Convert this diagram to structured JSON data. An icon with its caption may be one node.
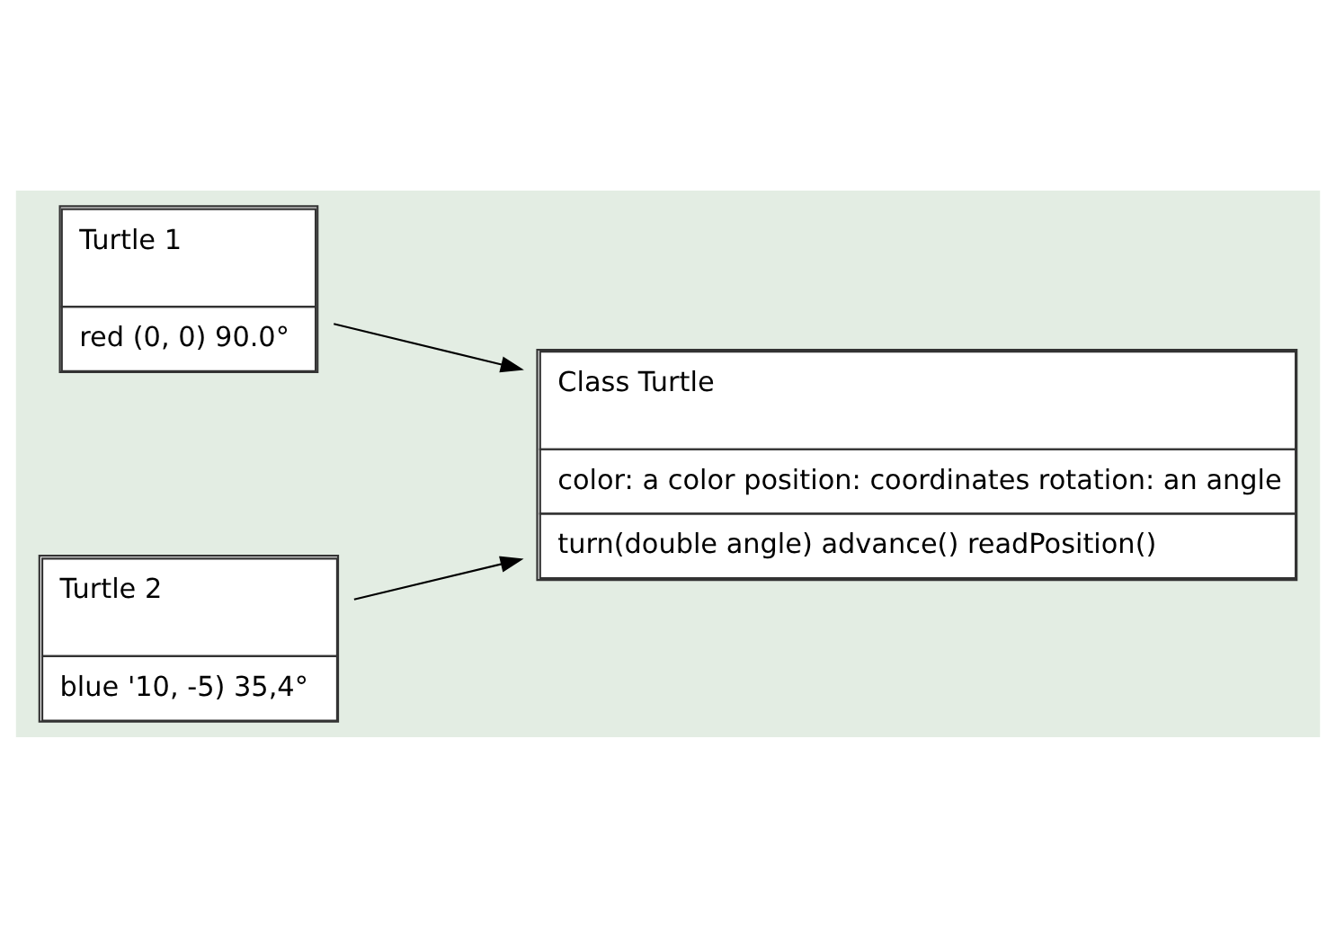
{
  "diagram": {
    "nodes": [
      {
        "text": [
          "Turtle 1",
          "red (0, 0) 90.0°"
        ]
      },
      {
        "text": [
          "Turtle 2",
          "blue '10, -5) 35,4°"
        ]
      },
      {
        "text": [
          "Class Turtle",
          "color: a color position: coordinates rotation: an angle",
          "turn(double angle) advance() readPosition()"
        ]
      }
    ],
    "edges": [
      {
        "from": 0,
        "to": 2,
        "arrow": "to"
      },
      {
        "from": 1,
        "to": 2,
        "arrow": "to"
      }
    ]
  }
}
